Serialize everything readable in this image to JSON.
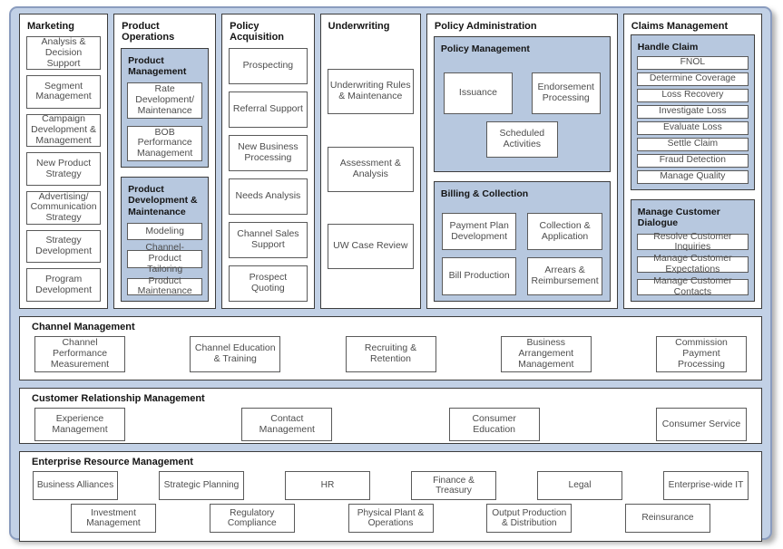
{
  "colors": {
    "board_background": "#c2d1e6",
    "board_border": "#8a9cbe",
    "group_fill": "#b7c8df",
    "box_fill": "#ffffff",
    "box_border": "#5a5a5a",
    "section_border": "#3d3d3d",
    "title_text": "#141414",
    "box_text": "#4d4d4d"
  },
  "columns": [
    {
      "title": "Marketing",
      "items": [
        "Analysis & Decision Support",
        "Segment Management",
        "Campaign Development & Management",
        "New Product Strategy",
        "Advertising/ Communication Strategy",
        "Strategy Development",
        "Program Development"
      ]
    },
    {
      "title": "Product Operations",
      "groups": [
        {
          "title": "Product Management",
          "items": [
            "Rate Development/ Maintenance",
            "BOB Performance Management"
          ]
        },
        {
          "title": "Product Development & Maintenance",
          "items": [
            "Modeling",
            "Channel- Product Tailoring",
            "Product Maintenance"
          ]
        }
      ]
    },
    {
      "title": "Policy Acquisition",
      "items": [
        "Prospecting",
        "Referral Support",
        "New Business Processing",
        "Needs Analysis",
        "Channel Sales Support",
        "Prospect Quoting"
      ]
    },
    {
      "title": "Underwriting",
      "items": [
        "Underwriting Rules & Maintenance",
        "Assessment & Analysis",
        "UW Case Review"
      ]
    },
    {
      "title": "Policy Administration",
      "groups": [
        {
          "title": "Policy Management",
          "items": [
            "Issuance",
            "Endorsement Processing",
            "Scheduled Activities"
          ]
        },
        {
          "title": "Billing & Collection",
          "items": [
            "Payment Plan Development",
            "Collection & Application",
            "Bill Production",
            "Arrears & Reimbursement"
          ]
        }
      ]
    },
    {
      "title": "Claims Management",
      "groups": [
        {
          "title": "Handle Claim",
          "items": [
            "FNOL",
            "Determine Coverage",
            "Loss Recovery",
            "Investigate Loss",
            "Evaluate Loss",
            "Settle Claim",
            "Fraud Detection",
            "Manage Quality"
          ]
        },
        {
          "title": "Manage Customer Dialogue",
          "items": [
            "Resolve Customer Inquiries",
            "Manage Customer Expectations",
            "Manage Customer Contacts"
          ]
        }
      ]
    }
  ],
  "bands": [
    {
      "title": "Channel Management",
      "items": [
        "Channel Performance Measurement",
        "Channel Education & Training",
        "Recruiting & Retention",
        "Business Arrangement Management",
        "Commission Payment Processing"
      ]
    },
    {
      "title": "Customer Relationship Management",
      "items": [
        "Experience Management",
        "Contact Management",
        "Consumer Education",
        "Consumer Service"
      ]
    },
    {
      "title": "Enterprise Resource Management",
      "row1": [
        "Business Alliances",
        "Strategic Planning",
        "HR",
        "Finance & Treasury",
        "Legal",
        "Enterprise-wide IT"
      ],
      "row2": [
        "Investment Management",
        "Regulatory Compliance",
        "Physical Plant & Operations",
        "Output Production & Distribution",
        "Reinsurance"
      ]
    }
  ]
}
